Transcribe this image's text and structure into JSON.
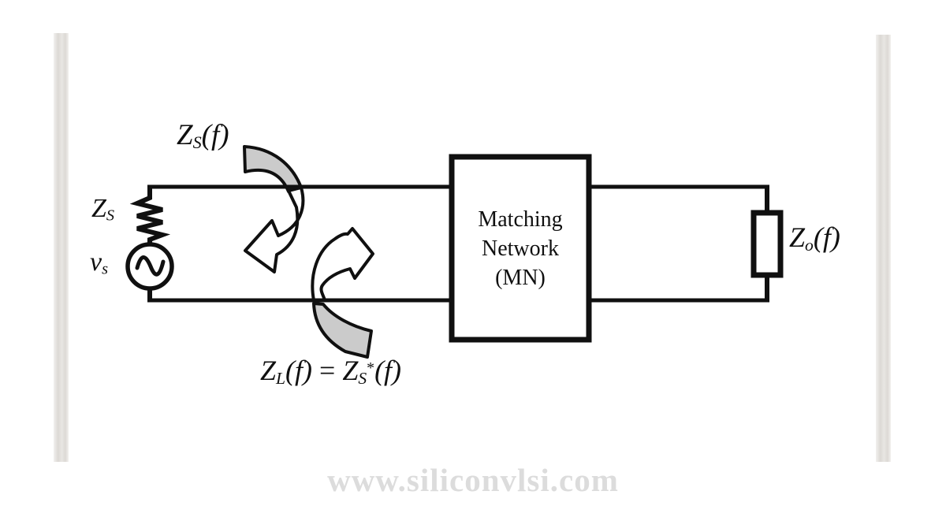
{
  "figure": {
    "labels": {
      "source_reflection": {
        "sym": "Z",
        "sub": "S",
        "arg": "(f)"
      },
      "source_impedance": {
        "sym": "Z",
        "sub": "S"
      },
      "source_voltage": {
        "sym": "v",
        "sub": "s"
      },
      "output_impedance": {
        "sym": "Z",
        "sub": "o",
        "arg": "(f)"
      },
      "load_reflection": {
        "lhs_sym": "Z",
        "lhs_sub": "L",
        "lhs_arg": "(f)",
        "equals": "=",
        "rhs_sym": "Z",
        "rhs_sub": "S",
        "rhs_sup": "*",
        "rhs_arg": "(f)"
      },
      "matching_network": {
        "line1": "Matching",
        "line2": "Network",
        "line3": "(MN)"
      }
    },
    "colors": {
      "line": "#101010",
      "arrow_fill_gray": "#cbcbcb",
      "arrow_fill_white": "#ffffff",
      "page_edge_stripe": "#dcd9d5",
      "watermark": "#dcdcdc",
      "background": "#ffffff"
    }
  },
  "watermark": {
    "text": "www.siliconvlsi.com"
  }
}
